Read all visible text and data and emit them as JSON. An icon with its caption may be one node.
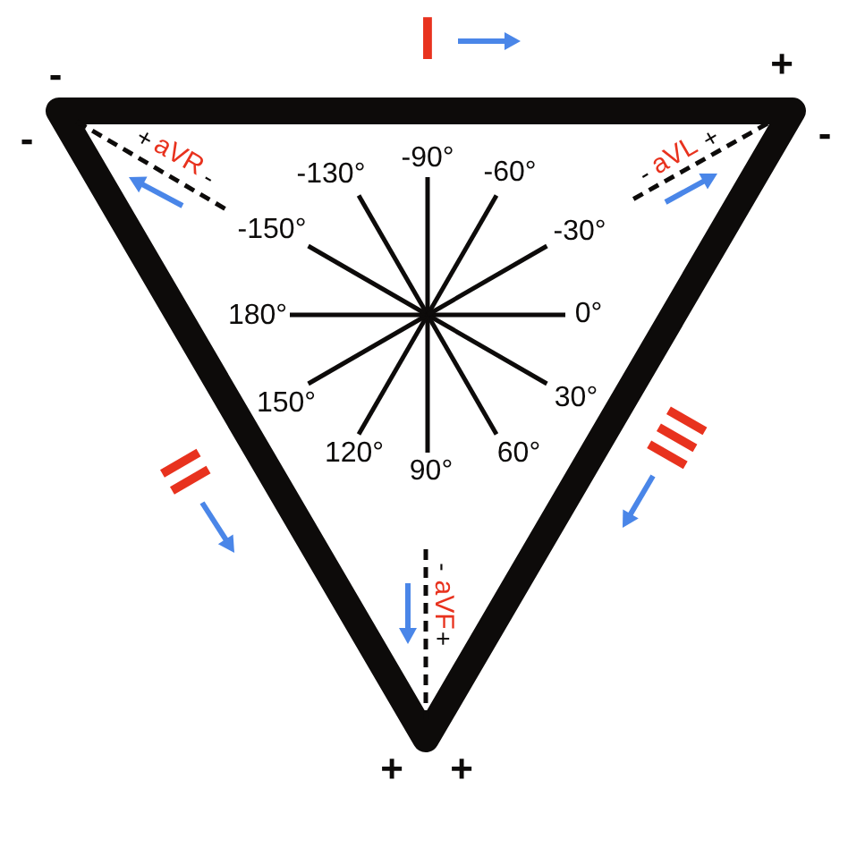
{
  "diagram": {
    "labels": [
      "-",
      "I",
      "+",
      "-",
      "-",
      "+",
      "aVR",
      "-",
      "-",
      "aVL",
      "+",
      "-90°",
      "-130°",
      "-60°",
      "-150°",
      "-30°",
      "180°",
      "0°",
      "150°",
      "30°",
      "120°",
      "60°",
      "90°",
      "II",
      "III",
      "-",
      "aVF",
      "+",
      "+",
      "+"
    ]
  }
}
